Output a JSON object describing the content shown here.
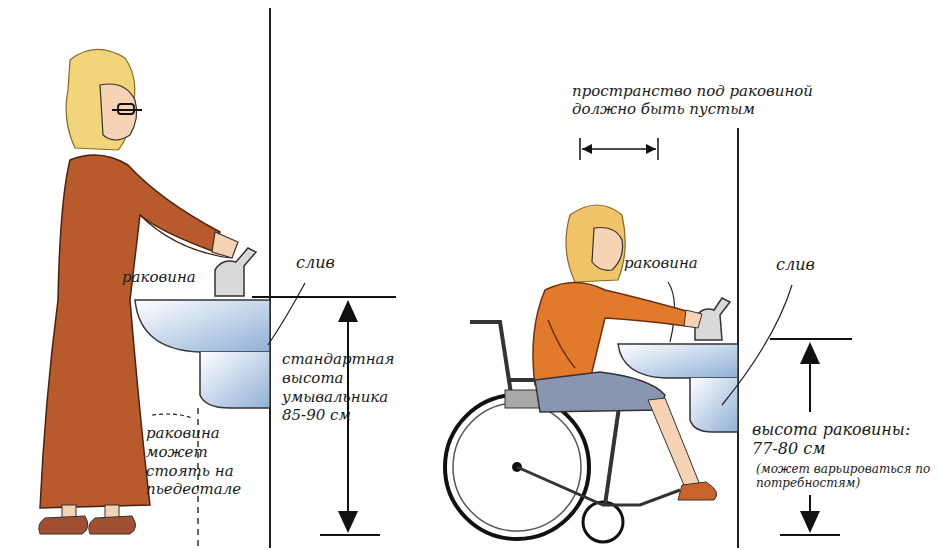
{
  "diagram": {
    "labels": [
      "раковина",
      "слив",
      "стандартная высота умывальника 85-90 см",
      "раковина может стоять на пьедестале",
      "пространство под раковиной должно быть пустым",
      "раковина",
      "слив",
      "высота раковины: 77-80 см",
      "(может варьироваться по потребностям)"
    ]
  }
}
